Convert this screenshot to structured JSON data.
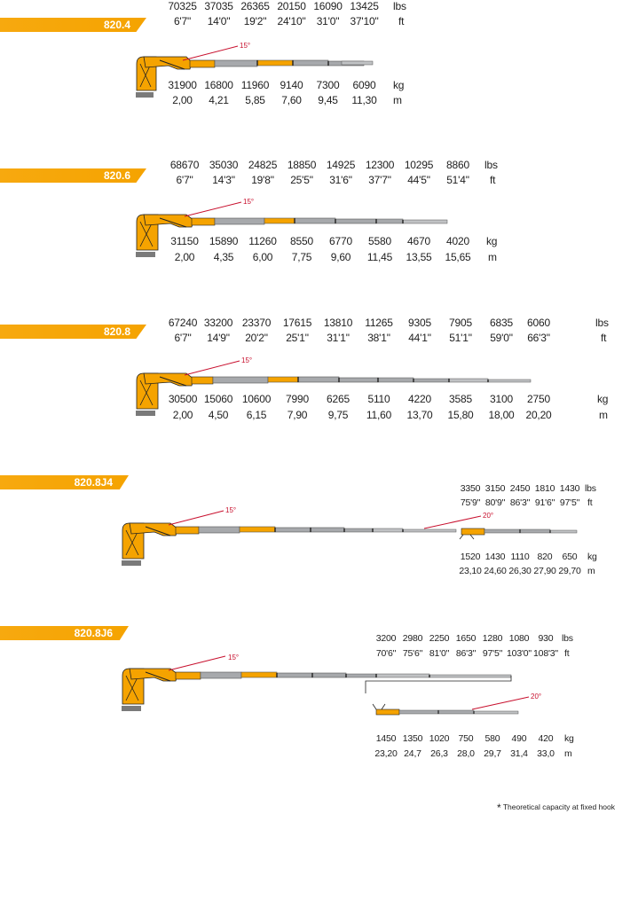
{
  "colors": {
    "accent": "#f5a300",
    "angle_line": "#c8102e",
    "boom": "#a7a9ac"
  },
  "sections": [
    {
      "id": "820.4",
      "label": "820.4",
      "lbs": [
        "70325",
        "37035",
        "26365",
        "20150",
        "16090",
        "13425"
      ],
      "ft": [
        "6'7\"",
        "14'0\"",
        "19'2\"",
        "24'10\"",
        "31'0\"",
        "37'10\""
      ],
      "kg": [
        "31900",
        "16800",
        "11960",
        "9140",
        "7300",
        "6090"
      ],
      "m": [
        "2,00",
        "4,21",
        "5,85",
        "7,60",
        "9,45",
        "11,30"
      ],
      "angle": "15°"
    },
    {
      "id": "820.6",
      "label": "820.6",
      "lbs": [
        "68670",
        "35030",
        "24825",
        "18850",
        "14925",
        "12300",
        "10295",
        "8860"
      ],
      "ft": [
        "6'7\"",
        "14'3\"",
        "19'8\"",
        "25'5\"",
        "31'6\"",
        "37'7\"",
        "44'5\"",
        "51'4\""
      ],
      "kg": [
        "31150",
        "15890",
        "11260",
        "8550",
        "6770",
        "5580",
        "4670",
        "4020"
      ],
      "m": [
        "2,00",
        "4,35",
        "6,00",
        "7,75",
        "9,60",
        "11,45",
        "13,55",
        "15,65"
      ],
      "angle": "15°"
    },
    {
      "id": "820.8",
      "label": "820.8",
      "lbs": [
        "67240",
        "33200",
        "23370",
        "17615",
        "13810",
        "11265",
        "9305",
        "7905",
        "6835",
        "6060"
      ],
      "ft": [
        "6'7\"",
        "14'9\"",
        "20'2\"",
        "25'1\"",
        "31'1\"",
        "38'1\"",
        "44'1\"",
        "51'1\"",
        "59'0\"",
        "66'3\""
      ],
      "kg": [
        "30500",
        "15060",
        "10600",
        "7990",
        "6265",
        "5110",
        "4220",
        "3585",
        "3100",
        "2750"
      ],
      "m": [
        "2,00",
        "4,50",
        "6,15",
        "7,90",
        "9,75",
        "11,60",
        "13,70",
        "15,80",
        "18,00",
        "20,20"
      ],
      "angle": "15°"
    },
    {
      "id": "820.8J4",
      "label": "820.8J4",
      "lbs": [
        "3350",
        "3150",
        "2450",
        "1810",
        "1430"
      ],
      "ft": [
        "75'9\"",
        "80'9\"",
        "86'3\"",
        "91'6\"",
        "97'5\""
      ],
      "kg": [
        "1520",
        "1430",
        "1110",
        "820",
        "650"
      ],
      "m": [
        "23,10",
        "24,60",
        "26,30",
        "27,90",
        "29,70"
      ],
      "angle": "15°",
      "jib_angle": "20°"
    },
    {
      "id": "820.8J6",
      "label": "820.8J6",
      "lbs": [
        "3200",
        "2980",
        "2250",
        "1650",
        "1280",
        "1080",
        "930"
      ],
      "ft": [
        "70'6\"",
        "75'6\"",
        "81'0\"",
        "86'3\"",
        "97'5\"",
        "103'0\"",
        "108'3\""
      ],
      "kg": [
        "1450",
        "1350",
        "1020",
        "750",
        "580",
        "490",
        "420"
      ],
      "m": [
        "23,20",
        "24,7",
        "26,3",
        "28,0",
        "29,7",
        "31,4",
        "33,0"
      ],
      "angle": "15°",
      "jib_angle": "20°"
    }
  ],
  "units": {
    "lbs": "lbs",
    "ft": "ft",
    "kg": "kg",
    "m": "m"
  },
  "footnote": {
    "star": "*",
    "text": "Theoretical capacity at fixed hook"
  }
}
